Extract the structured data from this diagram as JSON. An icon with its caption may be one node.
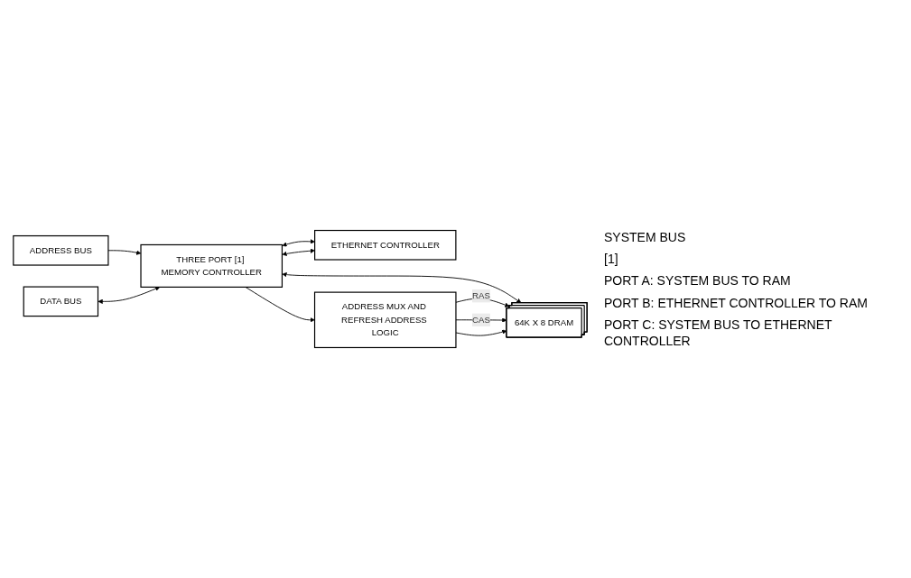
{
  "diagram": {
    "nodes": [
      {
        "text": [
          "ADDRESS BUS"
        ]
      },
      {
        "text": [
          "DATA BUS"
        ]
      },
      {
        "text": [
          "THREE PORT [1] MEMORY CONTROLLER"
        ]
      },
      {
        "text": [
          "ETHERNET CONTROLLER"
        ]
      },
      {
        "text": [
          "ADDRESS MUX AND REFRESH ADDRESS LOGIC"
        ]
      },
      {
        "text": [
          "64K X 8 DRAM"
        ]
      }
    ],
    "edges": [
      {
        "from": 0,
        "to": 2,
        "arrow": "to"
      },
      {
        "from": 1,
        "to": 2,
        "arrow": "both"
      },
      {
        "from": 2,
        "to": 3,
        "arrow": "both"
      },
      {
        "from": 2,
        "to": 3,
        "arrow": "both"
      },
      {
        "from": 2,
        "to": 4,
        "arrow": "to"
      },
      {
        "from": 2,
        "to": 5,
        "arrow": "both"
      },
      {
        "from": 4,
        "to": 5,
        "label": "RAS",
        "arrow": "to"
      },
      {
        "from": 4,
        "to": 5,
        "label": "CAS",
        "arrow": "to"
      },
      {
        "from": 4,
        "to": 5,
        "arrow": "to"
      }
    ],
    "labels": [
      "SYSTEM BUS",
      "[1]",
      "PORT A: SYSTEM BUS TO RAM",
      "PORT B: ETHERNET CONTROLLER TO RAM",
      "PORT C: SYSTEM BUS TO ETHERNET CONTROLLER"
    ]
  }
}
